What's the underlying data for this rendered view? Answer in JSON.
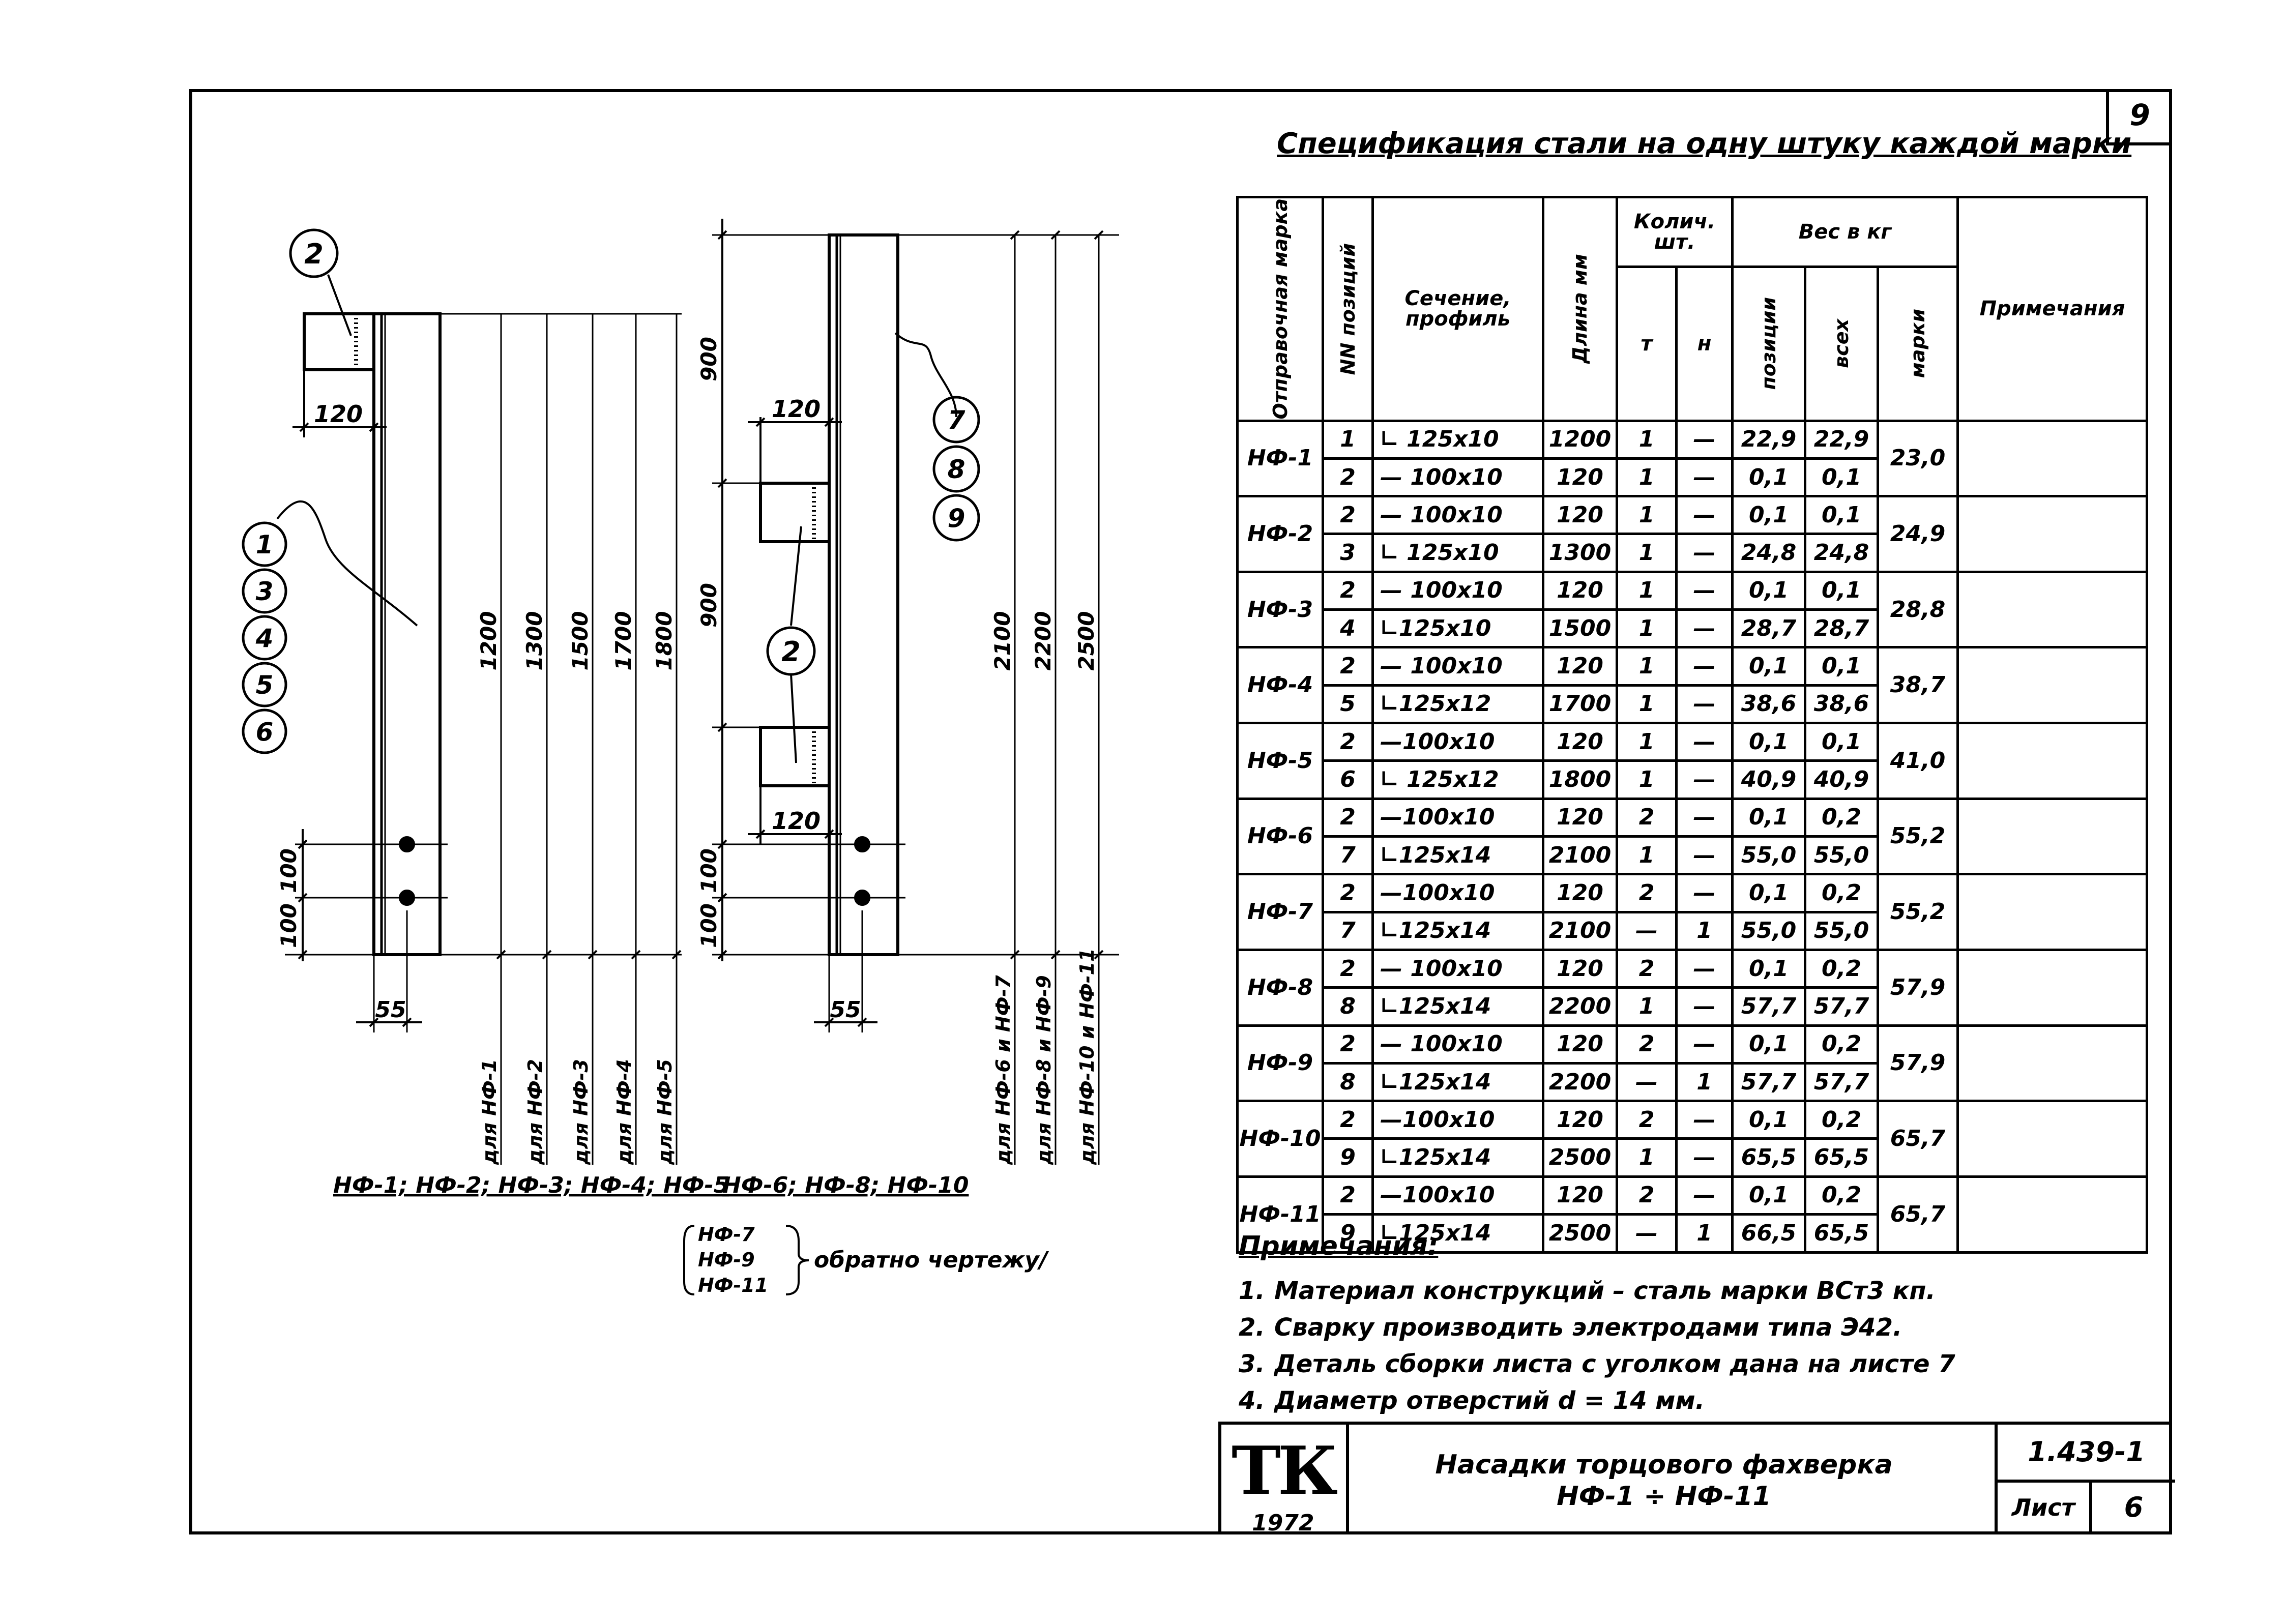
{
  "sheet_number_top": "9",
  "spec_title": "Спецификация стали на одну штуку каждой марки",
  "table": {
    "headers": {
      "mark": "Отправочная марка",
      "pos": "NN позиций",
      "section": "Сечение, профиль",
      "length": "Длина мм",
      "qty": "Колич. шт.",
      "qty_t": "т",
      "qty_n": "н",
      "weight": "Вес в кг",
      "w_pos": "позиции",
      "w_all": "всех",
      "w_mark": "марки",
      "note": "Примечания"
    },
    "groups": [
      {
        "mark": "НФ-1",
        "total": "23,0",
        "rows": [
          {
            "pos": "1",
            "profile": "∟ 125х10",
            "len": "1200",
            "t": "1",
            "n": "—",
            "wpos": "22,9",
            "wall": "22,9"
          },
          {
            "pos": "2",
            "profile": "— 100х10",
            "len": "120",
            "t": "1",
            "n": "—",
            "wpos": "0,1",
            "wall": "0,1"
          }
        ]
      },
      {
        "mark": "НФ-2",
        "total": "24,9",
        "rows": [
          {
            "pos": "2",
            "profile": "— 100х10",
            "len": "120",
            "t": "1",
            "n": "—",
            "wpos": "0,1",
            "wall": "0,1"
          },
          {
            "pos": "3",
            "profile": "∟ 125х10",
            "len": "1300",
            "t": "1",
            "n": "—",
            "wpos": "24,8",
            "wall": "24,8"
          }
        ]
      },
      {
        "mark": "НФ-3",
        "total": "28,8",
        "rows": [
          {
            "pos": "2",
            "profile": "— 100х10",
            "len": "120",
            "t": "1",
            "n": "—",
            "wpos": "0,1",
            "wall": "0,1"
          },
          {
            "pos": "4",
            "profile": "∟125х10",
            "len": "1500",
            "t": "1",
            "n": "—",
            "wpos": "28,7",
            "wall": "28,7"
          }
        ]
      },
      {
        "mark": "НФ-4",
        "total": "38,7",
        "rows": [
          {
            "pos": "2",
            "profile": "— 100х10",
            "len": "120",
            "t": "1",
            "n": "—",
            "wpos": "0,1",
            "wall": "0,1"
          },
          {
            "pos": "5",
            "profile": "∟125х12",
            "len": "1700",
            "t": "1",
            "n": "—",
            "wpos": "38,6",
            "wall": "38,6"
          }
        ]
      },
      {
        "mark": "НФ-5",
        "total": "41,0",
        "rows": [
          {
            "pos": "2",
            "profile": "—100х10",
            "len": "120",
            "t": "1",
            "n": "—",
            "wpos": "0,1",
            "wall": "0,1"
          },
          {
            "pos": "6",
            "profile": "∟ 125х12",
            "len": "1800",
            "t": "1",
            "n": "—",
            "wpos": "40,9",
            "wall": "40,9"
          }
        ]
      },
      {
        "mark": "НФ-6",
        "total": "55,2",
        "rows": [
          {
            "pos": "2",
            "profile": "—100х10",
            "len": "120",
            "t": "2",
            "n": "—",
            "wpos": "0,1",
            "wall": "0,2"
          },
          {
            "pos": "7",
            "profile": "∟125х14",
            "len": "2100",
            "t": "1",
            "n": "—",
            "wpos": "55,0",
            "wall": "55,0"
          }
        ]
      },
      {
        "mark": "НФ-7",
        "total": "55,2",
        "rows": [
          {
            "pos": "2",
            "profile": "—100х10",
            "len": "120",
            "t": "2",
            "n": "—",
            "wpos": "0,1",
            "wall": "0,2"
          },
          {
            "pos": "7",
            "profile": "∟125х14",
            "len": "2100",
            "t": "—",
            "n": "1",
            "wpos": "55,0",
            "wall": "55,0"
          }
        ]
      },
      {
        "mark": "НФ-8",
        "total": "57,9",
        "rows": [
          {
            "pos": "2",
            "profile": "— 100х10",
            "len": "120",
            "t": "2",
            "n": "—",
            "wpos": "0,1",
            "wall": "0,2"
          },
          {
            "pos": "8",
            "profile": "∟125х14",
            "len": "2200",
            "t": "1",
            "n": "—",
            "wpos": "57,7",
            "wall": "57,7"
          }
        ]
      },
      {
        "mark": "НФ-9",
        "total": "57,9",
        "rows": [
          {
            "pos": "2",
            "profile": "— 100х10",
            "len": "120",
            "t": "2",
            "n": "—",
            "wpos": "0,1",
            "wall": "0,2"
          },
          {
            "pos": "8",
            "profile": "∟125х14",
            "len": "2200",
            "t": "—",
            "n": "1",
            "wpos": "57,7",
            "wall": "57,7"
          }
        ]
      },
      {
        "mark": "НФ-10",
        "total": "65,7",
        "rows": [
          {
            "pos": "2",
            "profile": "—100х10",
            "len": "120",
            "t": "2",
            "n": "—",
            "wpos": "0,1",
            "wall": "0,2"
          },
          {
            "pos": "9",
            "profile": "∟125х14",
            "len": "2500",
            "t": "1",
            "n": "—",
            "wpos": "65,5",
            "wall": "65,5"
          }
        ]
      },
      {
        "mark": "НФ-11",
        "total": "65,7",
        "rows": [
          {
            "pos": "2",
            "profile": "—100х10",
            "len": "120",
            "t": "2",
            "n": "—",
            "wpos": "0,1",
            "wall": "0,2"
          },
          {
            "pos": "9",
            "profile": "∟125х14",
            "len": "2500",
            "t": "—",
            "n": "1",
            "wpos": "66,5",
            "wall": "65,5"
          }
        ]
      }
    ]
  },
  "notes": {
    "header": "Примечания:",
    "items": [
      {
        "num": "1.",
        "text": "Материал конструкций – сталь марки ВСт3 кп."
      },
      {
        "num": "2.",
        "text": "Сварку производить электродами типа Э42."
      },
      {
        "num": "3.",
        "text": "Деталь сборки листа с уголком дана на листе 7"
      },
      {
        "num": "4.",
        "text": "Диаметр отверстий d = 14 мм."
      }
    ]
  },
  "title_block": {
    "logo": "ТК",
    "year": "1972",
    "title_line1": "Насадки торцового фахверка",
    "title_line2": "НФ-1 ÷ НФ-11",
    "series": "1.439-1",
    "sheet_label": "Лист",
    "sheet_number": "6"
  },
  "drawing_left": {
    "dim_120": "120",
    "dim_100a": "100",
    "dim_100b": "100",
    "dim_55": "55",
    "callout_pos_top": "2",
    "callouts_main": [
      "1",
      "3",
      "4",
      "5",
      "6"
    ],
    "lengths": [
      "1200",
      "1300",
      "1500",
      "1700",
      "1800"
    ],
    "for_labels": [
      "для НФ-1",
      "для НФ-2",
      "для НФ-3",
      "для НФ-4",
      "для НФ-5"
    ],
    "caption": "НФ-1; НФ-2; НФ-3; НФ-4; НФ-5"
  },
  "drawing_right": {
    "dim_900a": "900",
    "dim_900b": "900",
    "dim_120a": "120",
    "dim_120b": "120",
    "dim_100a": "100",
    "dim_100b": "100",
    "dim_55": "55",
    "callout_pos_plate": "2",
    "callouts_main": [
      "7",
      "8",
      "9"
    ],
    "lengths": [
      "2100",
      "2200",
      "2500"
    ],
    "for_labels": [
      "для НФ-6 и НФ-7",
      "для НФ-8 и НФ-9",
      "для НФ-10 и НФ-11"
    ],
    "caption": "НФ-6; НФ-8; НФ-10",
    "mirror_marks": [
      "НФ-7",
      "НФ-9",
      "НФ-11"
    ],
    "mirror_text": "обратно чертежу/"
  }
}
